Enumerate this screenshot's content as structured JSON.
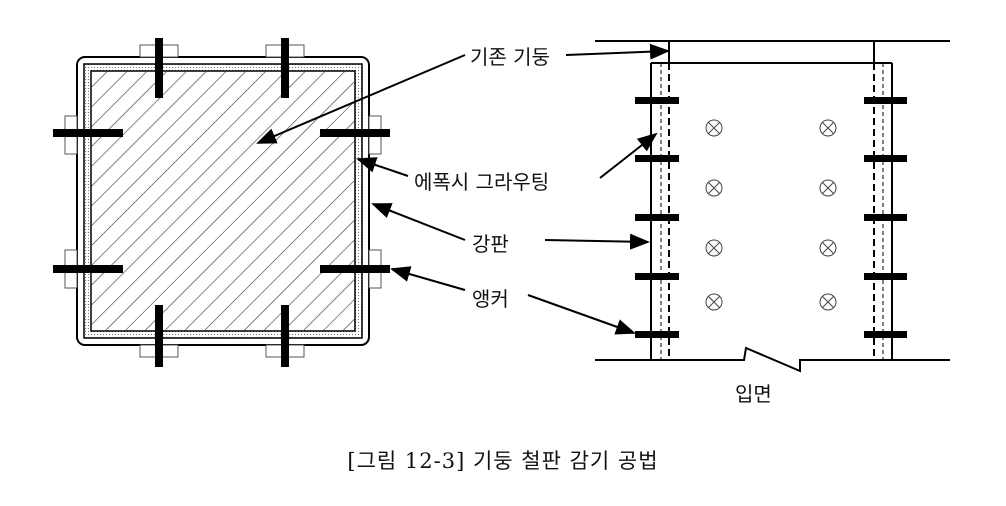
{
  "labels": {
    "existing_column": "기존 기둥",
    "epoxy_grouting": "에폭시 그라우팅",
    "steel_plate": "강판",
    "anchor": "앵커",
    "elevation": "입면"
  },
  "caption": "[그림 12-3] 기둥 철판 감기 공법"
}
